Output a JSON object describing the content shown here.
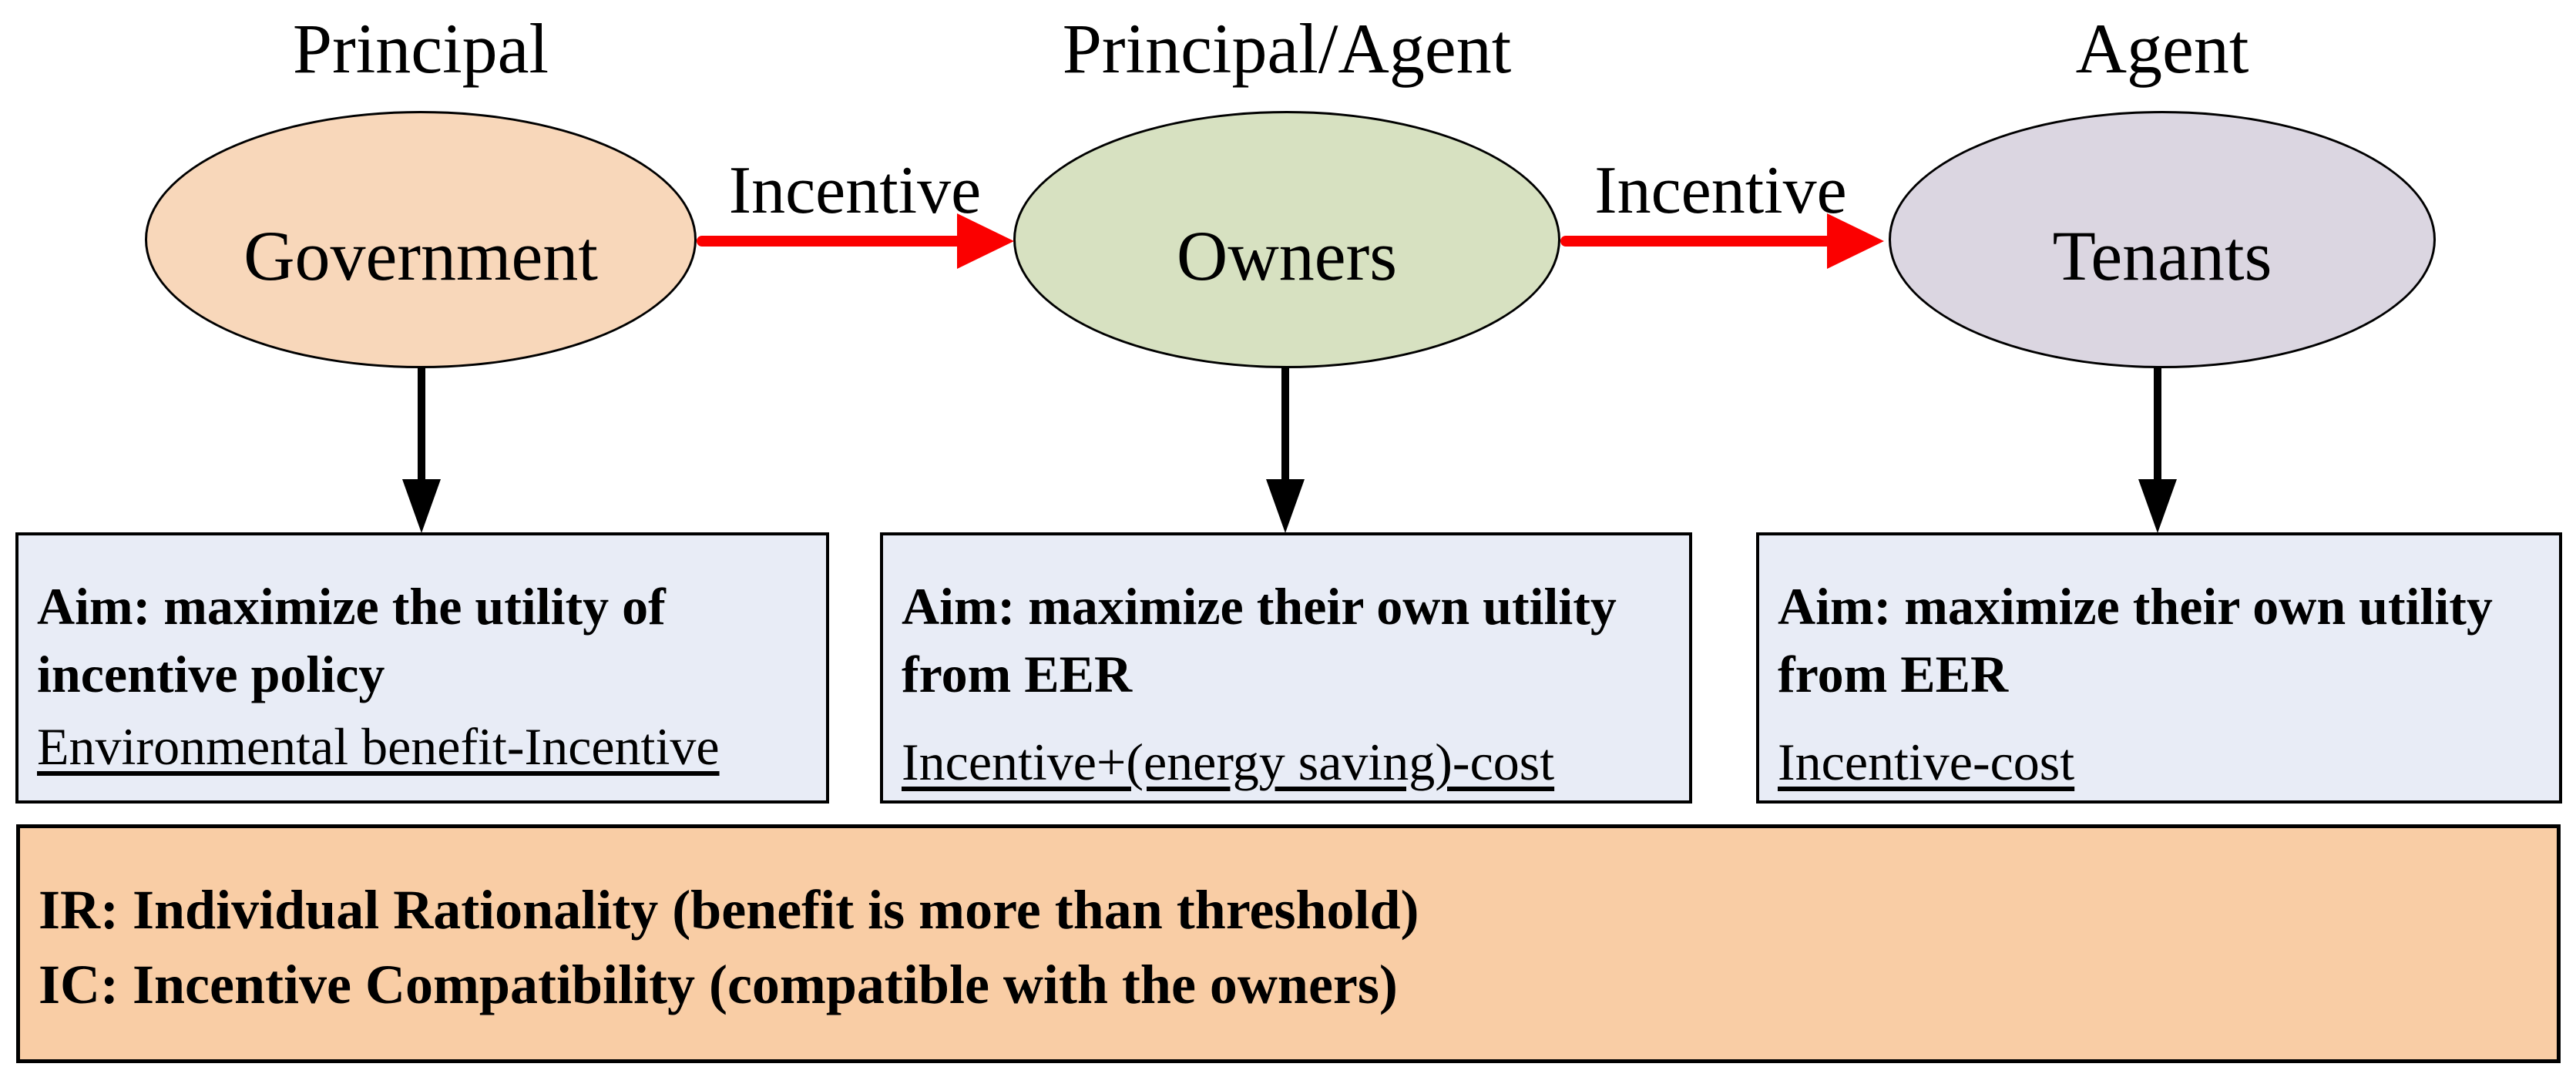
{
  "figure": {
    "columns": [
      {
        "role": "Principal",
        "entity": "Government",
        "aim_line1": "Aim: maximize the utility of",
        "aim_line2": "incentive policy",
        "formula": "Environmental benefit-Incentive"
      },
      {
        "role": "Principal/Agent",
        "entity": "Owners",
        "aim_line1": "Aim: maximize their own utility",
        "aim_line2": "from EER",
        "formula": "Incentive+(energy saving)-cost"
      },
      {
        "role": "Agent",
        "entity": "Tenants",
        "aim_line1": "Aim: maximize their own utility",
        "aim_line2": "from EER",
        "formula": "Incentive-cost"
      }
    ],
    "arrows": [
      {
        "label": "Incentive"
      },
      {
        "label": "Incentive"
      }
    ],
    "legend": {
      "line1": "IR: Individual Rationality (benefit is more than threshold)",
      "line2": "IC: Incentive Compatibility (compatible with the owners)"
    },
    "colors": {
      "government_fill": "#F8D7BA",
      "owners_fill": "#D7E1C1",
      "tenants_fill": "#DBD6E1",
      "aim_box_fill": "#E8ECF6",
      "legend_fill": "#F9CDA5",
      "arrow_red": "#FB0000",
      "outline": "#000000"
    }
  }
}
